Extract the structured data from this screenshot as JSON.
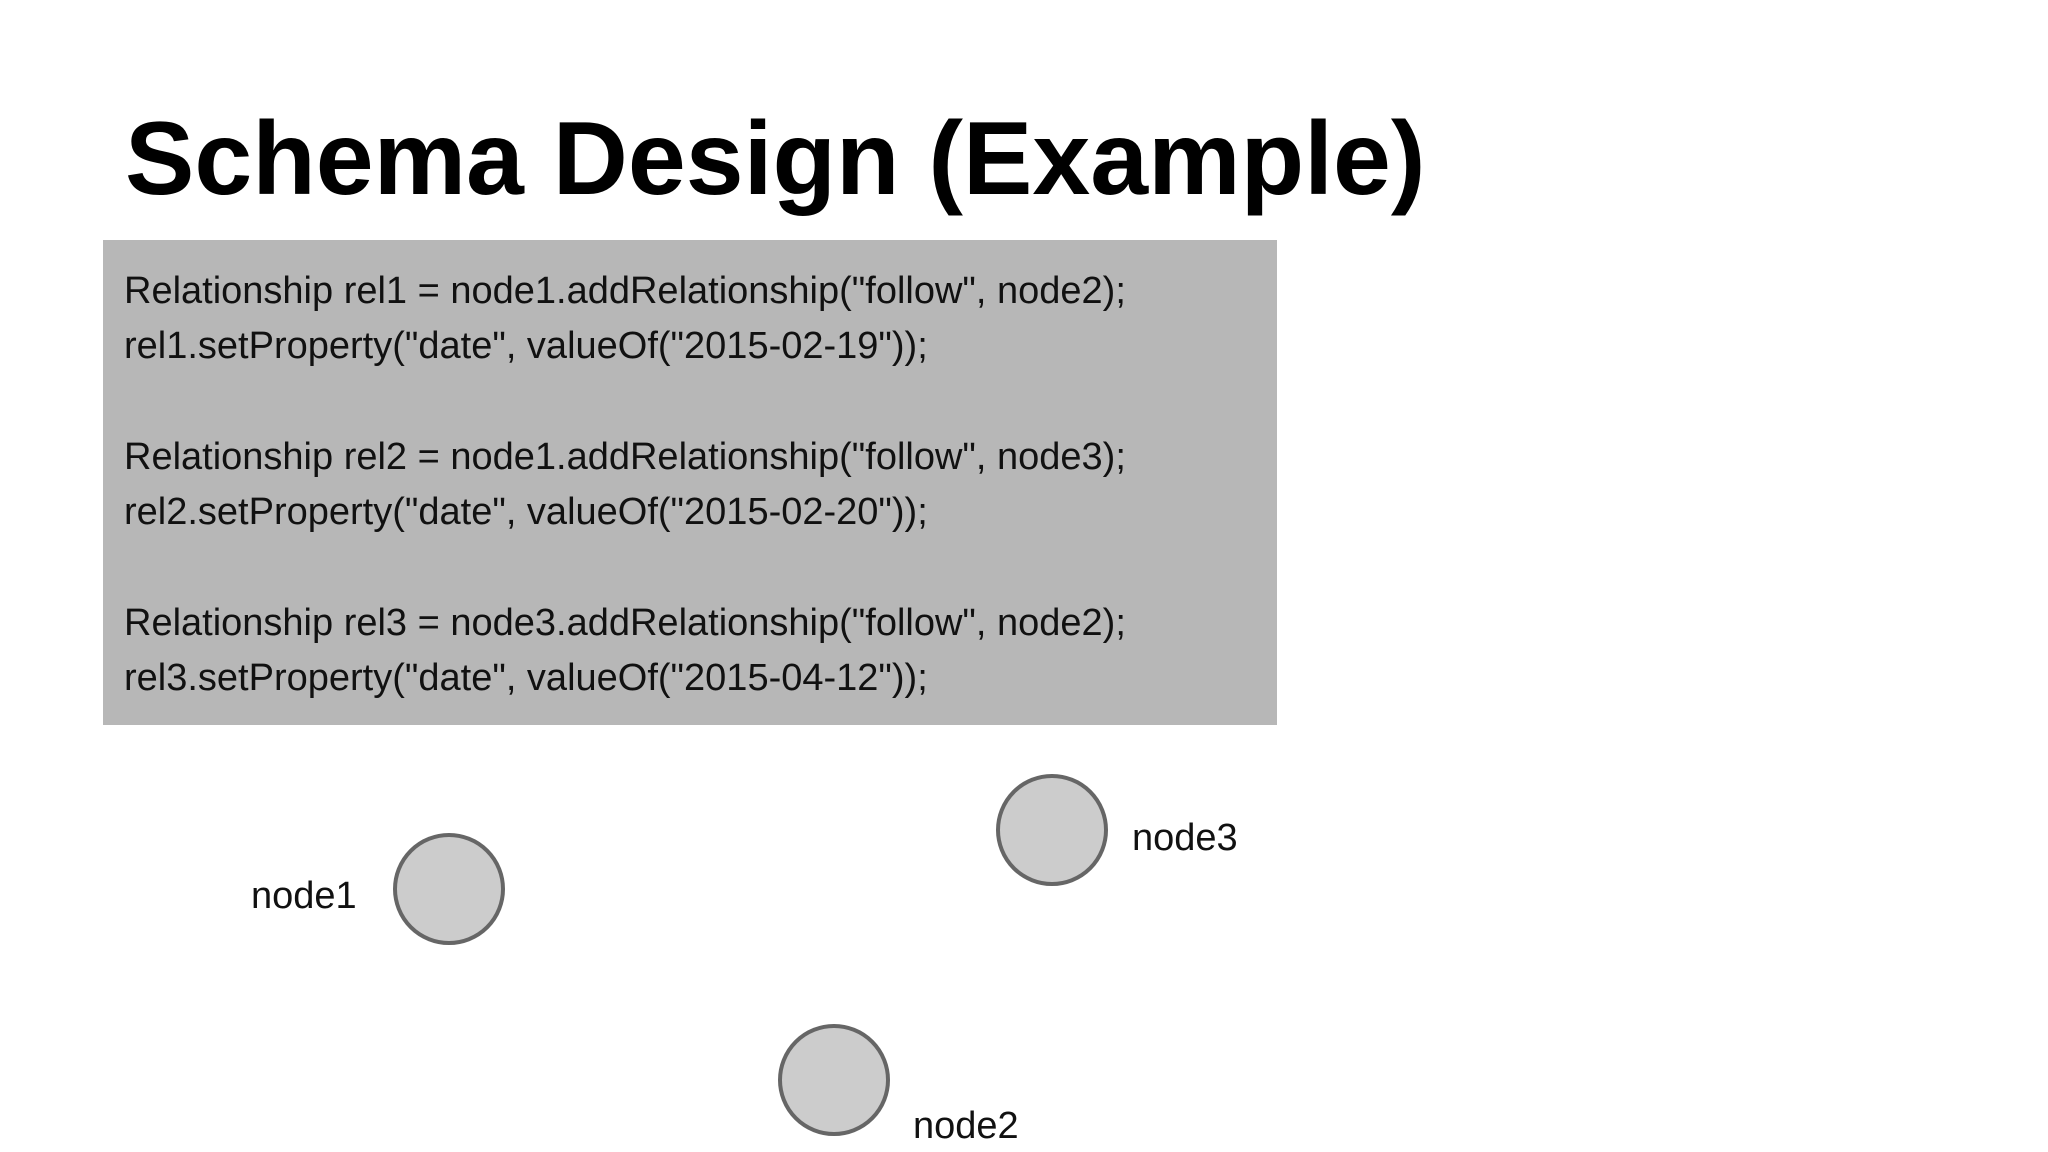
{
  "slide": {
    "title": "Schema Design (Example)"
  },
  "code": {
    "lines": [
      "Relationship rel1 = node1.addRelationship(\"follow\", node2);",
      "rel1.setProperty(\"date\", valueOf(\"2015-02-19\"));",
      "Relationship rel2 = node1.addRelationship(\"follow\", node3);",
      "rel2.setProperty(\"date\", valueOf(\"2015-02-20\"));",
      "Relationship rel3 = node3.addRelationship(\"follow\", node2);",
      "rel3.setProperty(\"date\", valueOf(\"2015-04-12\"));"
    ]
  },
  "diagram": {
    "nodes": [
      {
        "label": "node1"
      },
      {
        "label": "node2"
      },
      {
        "label": "node3"
      }
    ],
    "colors": {
      "node_fill": "#cccccc",
      "node_stroke": "#666666",
      "code_background": "#b7b7b7"
    }
  }
}
